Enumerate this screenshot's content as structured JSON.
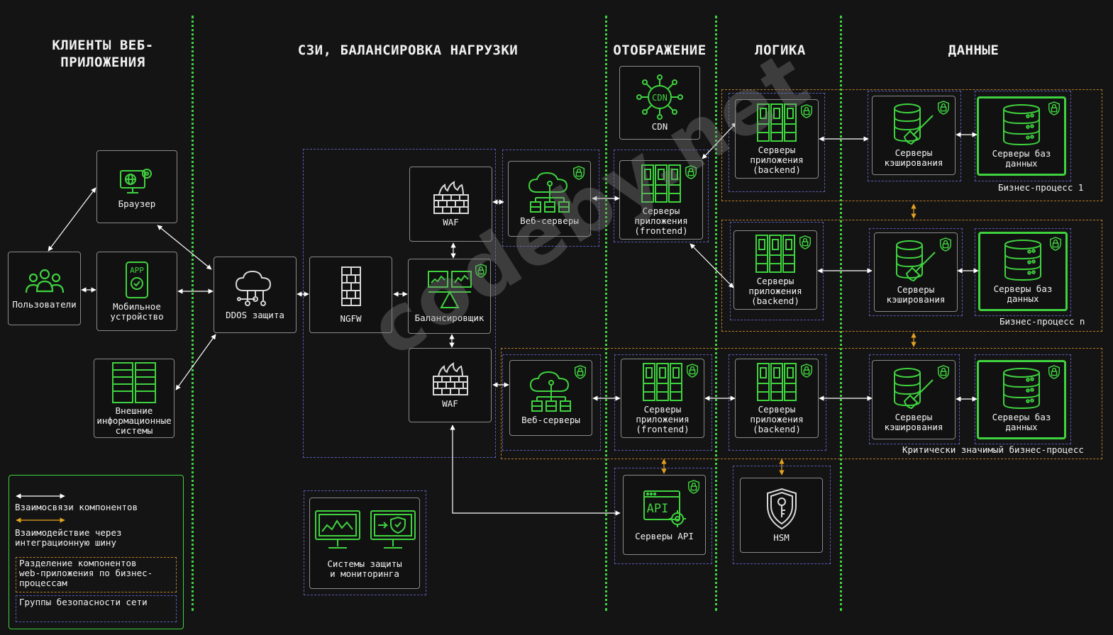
{
  "headers": {
    "clients": "КЛИЕНТЫ ВЕБ-\nПРИЛОЖЕНИЯ",
    "szi": "СЗИ, БАЛАНСИРОВКА НАГРУЗКИ",
    "display": "ОТОБРАЖЕНИЕ",
    "logic": "ЛОГИКА",
    "data": "ДАННЫЕ"
  },
  "nodes": {
    "browser": "Браузер",
    "users": "Пользователи",
    "mobile": "Мобильное\nустройство",
    "external": "Внешние\nинформационные\nсистемы",
    "ddos": "DDOS защита",
    "ngfw": "NGFW",
    "waf_top": "WAF",
    "waf_bottom": "WAF",
    "balancer": "Балансировщик",
    "web_top": "Веб-серверы",
    "web_bottom": "Веб-серверы",
    "cdn": "CDN",
    "frontend_top": "Серверы\nприложения\n(frontend)",
    "frontend_bottom": "Серверы\nприложения\n(frontend)",
    "backend_1": "Серверы\nприложения\n(backend)",
    "backend_n": "Серверы\nприложения\n(backend)",
    "backend_c": "Серверы\nприложения\n(backend)",
    "cache_1": "Серверы\nкэширования",
    "cache_n": "Серверы\nкэширования",
    "cache_c": "Серверы\nкэширования",
    "db_1": "Серверы баз\nданных",
    "db_n": "Серверы баз\nданных",
    "db_c": "Серверы баз\nданных",
    "api": "Серверы API",
    "hsm": "HSM",
    "monitoring": "Системы защиты\nи мониторинга"
  },
  "business_processes": {
    "bp1": "Бизнес-процесс 1",
    "bpn": "Бизнес-процесс n",
    "critical": "Критически значимый бизнес-процесс"
  },
  "legend": {
    "relations": "Взаимосвязи компонентов",
    "bus": "Взаимодействие через\nинтеграционную шину",
    "separation": "Разделение компонентов\nweb-приложения по бизнес-\nпроцессам",
    "groups": "Группы безопасности сети"
  },
  "watermark": "codeby.net",
  "colors": {
    "accent_green": "#3fd23f",
    "bus_orange": "#e6a21e",
    "group_border": "#5a5ab8",
    "process_border": "#b87a2a",
    "background": "#141414"
  }
}
